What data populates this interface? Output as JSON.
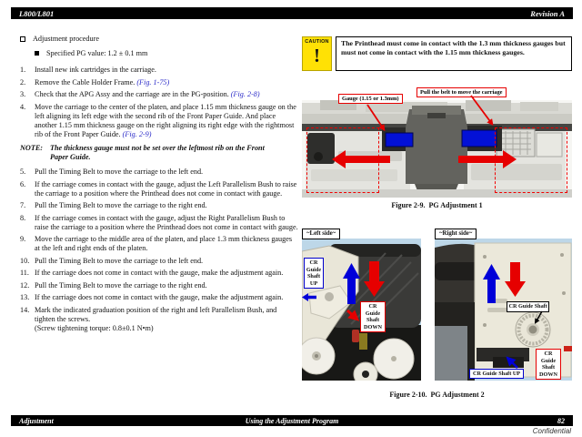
{
  "header": {
    "left": "L800/L801",
    "right": "Revision A"
  },
  "footer": {
    "left": "Adjustment",
    "center": "Using the Adjustment Program",
    "page": "82",
    "confidential": "Confidential"
  },
  "caution": {
    "label": "CAUTION",
    "mark": "!",
    "text": "The Printhead must come in contact with the 1.3 mm thickness gauges but must not come in contact with the 1.15 mm thickness gauges."
  },
  "procedure": {
    "title": "Adjustment procedure",
    "spec": "Specified PG value: 1.2 ± 0.1 mm",
    "note_label": "NOTE:",
    "note": "The thickness gauge must not be set over the leftmost rib on the Front Paper Guide.",
    "steps": [
      {
        "n": "1.",
        "text": "Install new ink cartridges in the carriage."
      },
      {
        "n": "2.",
        "text": "Remove the Cable Holder Frame. ",
        "link": "(Fig. 1-75)"
      },
      {
        "n": "3.",
        "text": "Check that the APG Assy and the carriage are in the PG-position. ",
        "link": "(Fig. 2-8)"
      },
      {
        "n": "4.",
        "text": "Move the carriage to the center of the platen, and place 1.15 mm thickness gauge on the left aligning its left edge with the second rib of the Front Paper Guide. And place another 1.15 mm thickness gauge on the right aligning its right edge with the rightmost rib of the Front Paper Guide. ",
        "link": "(Fig. 2-9)"
      },
      {
        "n": "5.",
        "text": "Pull the Timing Belt to move the carriage to the left end."
      },
      {
        "n": "6.",
        "text": "If the carriage comes in contact with the gauge, adjust the Left Parallelism Bush to raise the carriage to a position where the Printhead does not come in contact with gauge."
      },
      {
        "n": "7.",
        "text": "Pull the Timing Belt to move the carriage to the right end."
      },
      {
        "n": "8.",
        "text": "If the carriage comes in contact with the gauge, adjust the Right Parallelism Bush to raise the carriage to a position where the Printhead does not come in contact with gauge."
      },
      {
        "n": "9.",
        "text": "Move the carriage to the middle area of the platen, and place 1.3 mm thickness gauges at the left and right ends of the platen."
      },
      {
        "n": "10.",
        "text": "Pull the Timing Belt to move the carriage to the left end."
      },
      {
        "n": "11.",
        "text": "If the carriage does not come in contact with the gauge, make the adjustment again."
      },
      {
        "n": "12.",
        "text": "Pull the Timing Belt to move the carriage to the right end."
      },
      {
        "n": "13.",
        "text": "If the carriage does not come in contact with the gauge, make the adjustment again."
      },
      {
        "n": "14.",
        "text": "Mark the indicated graduation position of the right and left Parallelism Bush, and tighten the screws.",
        "sub": "(Screw tightening torque: 0.8±0.1 N•m)"
      }
    ]
  },
  "figures": {
    "fig1": {
      "gauge_label": "Gauge (1.15 or 1.3mm)",
      "pull_label": "Pull the belt to move the carriage",
      "caption": "Figure 2-9.  PG Adjustment 1"
    },
    "fig2": {
      "left_tab": "~Left side~",
      "right_tab": "~Right side~",
      "caption": "Figure 2-10.  PG Adjustment 2",
      "left": {
        "up_label": "CR Guide Shaft UP",
        "down_label": "CR Guide Shaft DOWN"
      },
      "right": {
        "shaft_label": "CR Guide Shaft",
        "up_label": "CR Guide Shaft UP",
        "down_label": "CR Guide Shaft DOWN"
      }
    }
  },
  "colors": {
    "caution_yellow": "#ffe105",
    "link_blue": "#2a2ac8",
    "arrow_red": "#e60000",
    "arrow_blue": "#0000d8",
    "gauge_blue": "#0311d6"
  }
}
